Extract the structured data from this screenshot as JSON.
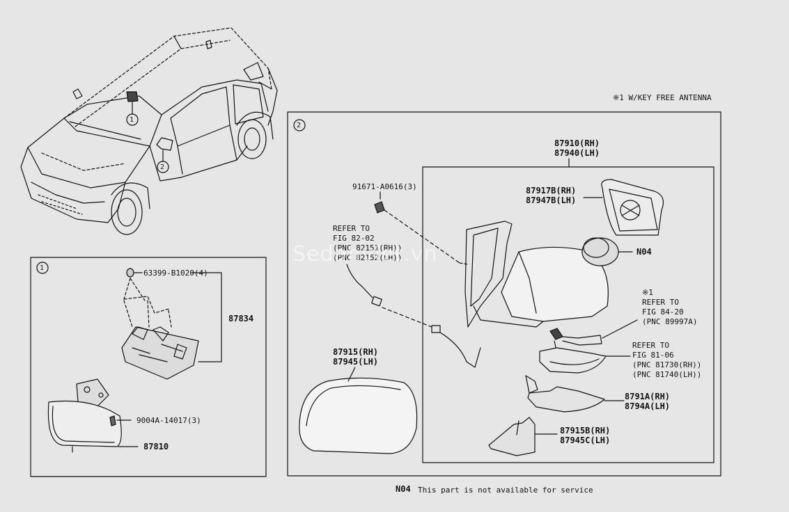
{
  "note_top": "※1 W/KEY FREE ANTENNA",
  "callout_1": "1",
  "callout_2": "2",
  "callout_panel1": "1",
  "callout_panel2": "2",
  "watermark": "Sedanviet.vn",
  "panel1": {
    "clip": "63399-B1020(4)",
    "holder": "87834",
    "screw": "9004A-14017(3)",
    "mirror": "87810"
  },
  "panel2": {
    "assy_1": "87910(RH)",
    "assy_2": "87940(LH)",
    "bolt": "91671-A0616(3)",
    "glass_1": "87917B(RH)",
    "glass_2": "87947B(LH)",
    "motor": "N04",
    "ref_harness": [
      "REFER TO",
      "FIG 82-02",
      "(PNC 82151(RH))",
      "(PNC 82152(LH))"
    ],
    "ref_antenna_mark": "※1",
    "ref_antenna": [
      "REFER TO",
      "FIG 84-20",
      "(PNC 89997A)"
    ],
    "ref_lamp": [
      "REFER TO",
      "FIG 81-06",
      "(PNC 81730(RH))",
      "(PNC 81740(LH))"
    ],
    "cover_1": "87915(RH)",
    "cover_2": "87945(LH)",
    "base_1": "8791A(RH)",
    "base_2": "8794A(LH)",
    "lower_1": "87915B(RH)",
    "lower_2": "87945C(LH)"
  },
  "footer_code": "N04",
  "footer_text": "This part is not available for service"
}
